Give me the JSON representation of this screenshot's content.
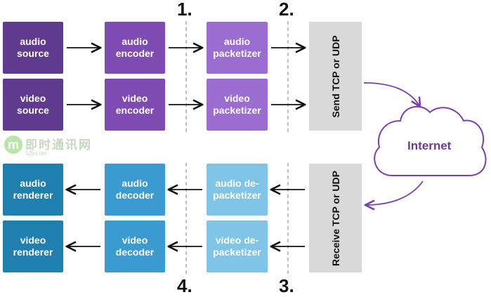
{
  "steps": {
    "one": "1.",
    "two": "2.",
    "three": "3.",
    "four": "4."
  },
  "send": {
    "rows": [
      {
        "source": "audio\nsource",
        "encoder": "audio\nencoder",
        "packetizer": "audio\npacketizer"
      },
      {
        "source": "video\nsource",
        "encoder": "video\nencoder",
        "packetizer": "video\npacketizer"
      }
    ]
  },
  "receive": {
    "rows": [
      {
        "renderer": "audio\nrenderer",
        "decoder": "audio\ndecoder",
        "depacketizer": "audio de-\npacketizer"
      },
      {
        "renderer": "video\nrenderer",
        "decoder": "video\ndecoder",
        "depacketizer": "video de-\npacketizer"
      }
    ]
  },
  "transport": {
    "send_label": "Send TCP or UDP",
    "receive_label": "Receive TCP or UDP"
  },
  "network": {
    "label": "Internet"
  },
  "watermark": {
    "logo": "m",
    "main": "即时通讯网",
    "sub": "52im.net"
  },
  "colors": {
    "source": "#5f3a8f",
    "encoder": "#7e4bb3",
    "packetizer": "#9b6dd0",
    "renderer": "#1f7fae",
    "decoder": "#3a9bd0",
    "depacketizer": "#80c4e6",
    "transport": "#d9d9d9",
    "cloud": "#7a3fb0"
  }
}
